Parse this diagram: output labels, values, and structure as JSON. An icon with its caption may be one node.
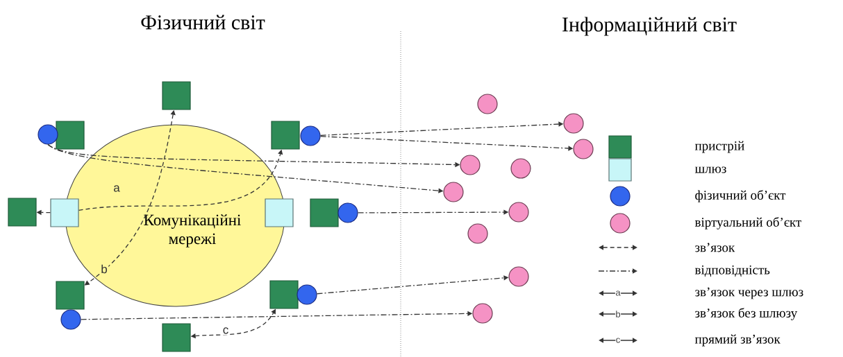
{
  "diagram": {
    "nodes": [
      {
        "text": [
          "Комунікаційні мережі"
        ]
      },
      {
        "text": [],
        "shape": "box"
      },
      {
        "text": [],
        "shape": "box"
      },
      {
        "text": [],
        "shape": "circle"
      },
      {
        "text": [],
        "shape": "box"
      },
      {
        "text": [],
        "shape": "circle"
      },
      {
        "text": [],
        "shape": "box"
      },
      {
        "text": [],
        "shape": "box"
      },
      {
        "text": [],
        "shape": "box"
      },
      {
        "text": [],
        "shape": "box"
      },
      {
        "text": [],
        "shape": "circle"
      },
      {
        "text": [],
        "shape": "box"
      },
      {
        "text": [],
        "shape": "circle"
      },
      {
        "text": [],
        "shape": "box"
      },
      {
        "text": [],
        "shape": "circle"
      },
      {
        "text": [],
        "shape": "box"
      },
      {
        "text": [],
        "shape": "circle"
      },
      {
        "text": [],
        "shape": "circle"
      },
      {
        "text": [],
        "shape": "circle"
      },
      {
        "text": [],
        "shape": "circle"
      },
      {
        "text": [],
        "shape": "circle"
      },
      {
        "text": [],
        "shape": "circle"
      },
      {
        "text": [],
        "shape": "circle"
      },
      {
        "text": [],
        "shape": "circle"
      },
      {
        "text": [],
        "shape": "circle"
      },
      {
        "text": [],
        "shape": "circle"
      }
    ],
    "edges": [
      {
        "from": 3,
        "to": 19,
        "arrow": "to"
      },
      {
        "from": 3,
        "to": 21,
        "arrow": "to"
      },
      {
        "from": 5,
        "to": 17,
        "arrow": "to"
      },
      {
        "from": 5,
        "to": 18,
        "arrow": "to"
      },
      {
        "from": 10,
        "to": 22,
        "arrow": "to"
      },
      {
        "from": 14,
        "to": 24,
        "arrow": "to"
      },
      {
        "from": 12,
        "to": 25,
        "arrow": "to"
      },
      {
        "from": 7,
        "to": 6,
        "arrow": "to",
        "style": "dashed"
      },
      {
        "from": 7,
        "to": 4,
        "arrow": "to",
        "style": "dashed",
        "label": "a"
      },
      {
        "from": 1,
        "to": 11,
        "arrow": "both",
        "style": "dashed",
        "label": "b"
      },
      {
        "from": 15,
        "to": 13,
        "arrow": "both",
        "style": "dashed",
        "label": "c"
      }
    ],
    "labels": [
      "Фізичний світ",
      "Інформаційний світ",
      "a",
      "b",
      "c"
    ],
    "legend": [
      {
        "text": "пристрій",
        "color": "#2e8b57"
      },
      {
        "text": "шлюз",
        "color": "#c8f6f8"
      },
      {
        "text": "фізичний об’єкт",
        "color": "#3366ee"
      },
      {
        "text": "віртуальний об’єкт",
        "color": "#f592c4"
      },
      {
        "text": "зв’язок"
      },
      {
        "text": "відповідність"
      },
      {
        "text": "зв’язок через шлюз"
      },
      {
        "text": "зв’язок без шлюзу"
      },
      {
        "text": "прямий зв’язок"
      }
    ]
  }
}
